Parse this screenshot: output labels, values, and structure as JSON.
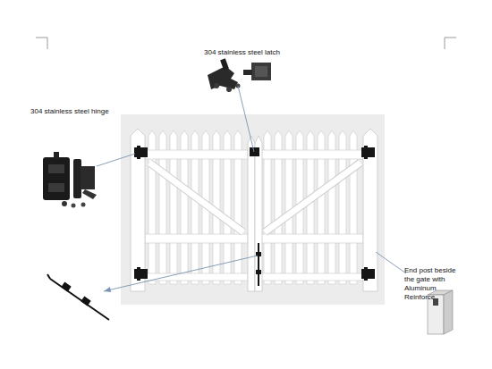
{
  "diagram": {
    "labels": [
      "304 stainless steel latch",
      "304 stainless steel hinge",
      "End post beside the gate with Aluminum Reinforce"
    ]
  }
}
